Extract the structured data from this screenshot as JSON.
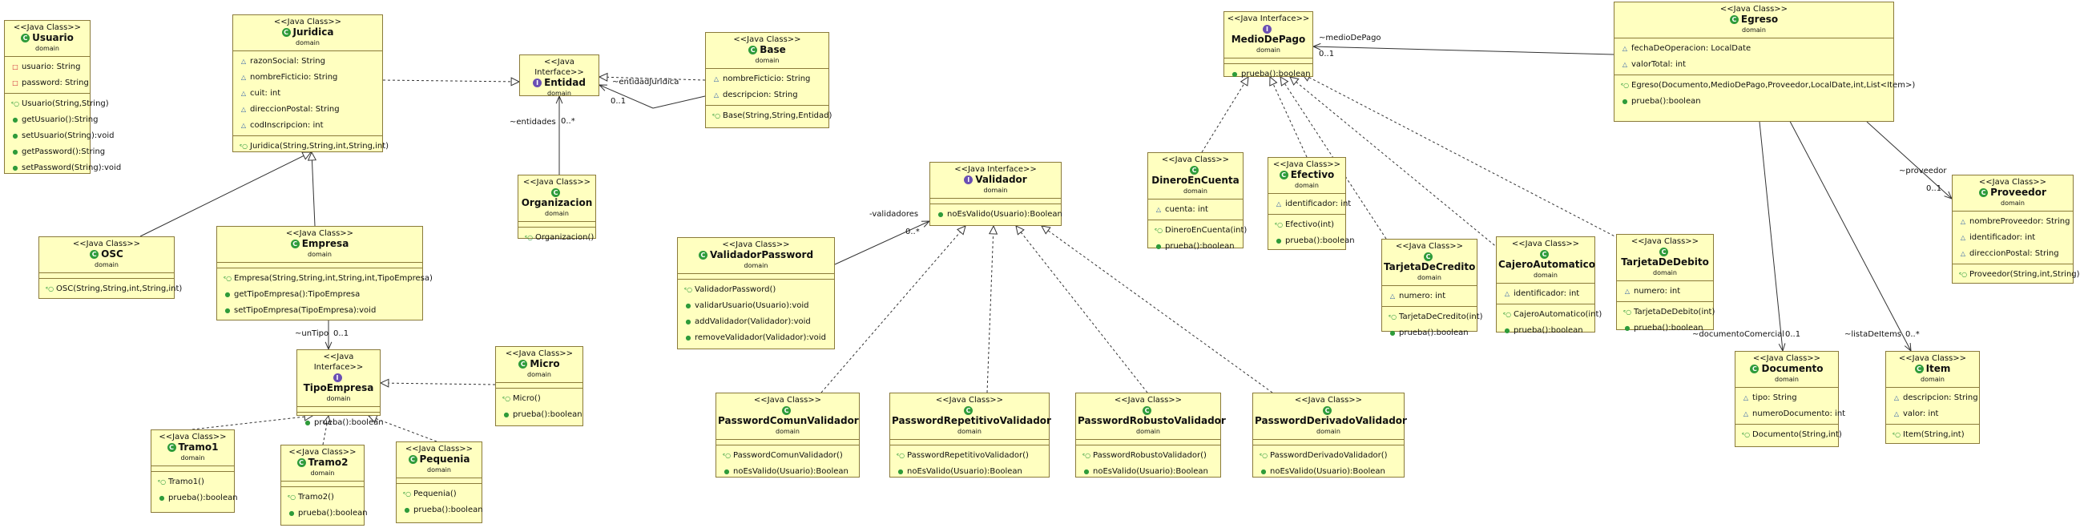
{
  "classes": {
    "usuario": {
      "stereotype": "<<Java Class>>",
      "name": "Usuario",
      "package": "domain",
      "attributes": [
        "usuario: String",
        "password: String"
      ],
      "operations": [
        "Usuario(String,String)",
        "getUsuario():String",
        "setUsuario(String):void",
        "getPassword():String",
        "setPassword(String):void"
      ]
    },
    "juridica": {
      "stereotype": "<<Java Class>>",
      "name": "Juridica",
      "package": "domain",
      "attributes": [
        "razonSocial: String",
        "nombreFicticio: String",
        "cuit: int",
        "direccionPostal: String",
        "codInscripcion: int"
      ],
      "operations": [
        "Juridica(String,String,int,String,int)"
      ]
    },
    "entidad": {
      "stereotype": "<<Java Interface>>",
      "name": "Entidad",
      "package": "domain"
    },
    "base": {
      "stereotype": "<<Java Class>>",
      "name": "Base",
      "package": "domain",
      "attributes": [
        "nombreFicticio: String",
        "descripcion: String"
      ],
      "operations": [
        "Base(String,String,Entidad)"
      ]
    },
    "organizacion": {
      "stereotype": "<<Java Class>>",
      "name": "Organizacion",
      "package": "domain",
      "operations": [
        "Organizacion()"
      ]
    },
    "osc": {
      "stereotype": "<<Java Class>>",
      "name": "OSC",
      "package": "domain",
      "operations": [
        "OSC(String,String,int,String,int)"
      ]
    },
    "empresa": {
      "stereotype": "<<Java Class>>",
      "name": "Empresa",
      "package": "domain",
      "operations": [
        "Empresa(String,String,int,String,int,TipoEmpresa)",
        "getTipoEmpresa():TipoEmpresa",
        "setTipoEmpresa(TipoEmpresa):void"
      ]
    },
    "tipoEmpresa": {
      "stereotype": "<<Java Interface>>",
      "name": "TipoEmpresa",
      "package": "domain",
      "operations": [
        "prueba():boolean"
      ]
    },
    "micro": {
      "stereotype": "<<Java Class>>",
      "name": "Micro",
      "package": "domain",
      "operations": [
        "Micro()",
        "prueba():boolean"
      ]
    },
    "tramo1": {
      "stereotype": "<<Java Class>>",
      "name": "Tramo1",
      "package": "domain",
      "operations": [
        "Tramo1()",
        "prueba():boolean"
      ]
    },
    "tramo2": {
      "stereotype": "<<Java Class>>",
      "name": "Tramo2",
      "package": "domain",
      "operations": [
        "Tramo2()",
        "prueba():boolean"
      ]
    },
    "pequenia": {
      "stereotype": "<<Java Class>>",
      "name": "Pequenia",
      "package": "domain",
      "operations": [
        "Pequenia()",
        "prueba():boolean"
      ]
    },
    "validador": {
      "stereotype": "<<Java Interface>>",
      "name": "Validador",
      "package": "domain",
      "operations": [
        "noEsValido(Usuario):Boolean"
      ]
    },
    "validadorPassword": {
      "stereotype": "<<Java Class>>",
      "name": "ValidadorPassword",
      "package": "domain",
      "operations": [
        "ValidadorPassword()",
        "validarUsuario(Usuario):void",
        "addValidador(Validador):void",
        "removeValidador(Validador):void"
      ]
    },
    "passwordComunValidador": {
      "stereotype": "<<Java Class>>",
      "name": "PasswordComunValidador",
      "package": "domain",
      "operations": [
        "PasswordComunValidador()",
        "noEsValido(Usuario):Boolean"
      ]
    },
    "passwordRepetitivoValidador": {
      "stereotype": "<<Java Class>>",
      "name": "PasswordRepetitivoValidador",
      "package": "domain",
      "operations": [
        "PasswordRepetitivoValidador()",
        "noEsValido(Usuario):Boolean"
      ]
    },
    "passwordRobustoValidador": {
      "stereotype": "<<Java Class>>",
      "name": "PasswordRobustoValidador",
      "package": "domain",
      "operations": [
        "PasswordRobustoValidador()",
        "noEsValido(Usuario):Boolean"
      ]
    },
    "passwordDerivadoValidador": {
      "stereotype": "<<Java Class>>",
      "name": "PasswordDerivadoValidador",
      "package": "domain",
      "operations": [
        "PasswordDerivadoValidador()",
        "noEsValido(Usuario):Boolean"
      ]
    },
    "medioDePago": {
      "stereotype": "<<Java Interface>>",
      "name": "MedioDePago",
      "package": "domain",
      "operations": [
        "prueba():boolean"
      ]
    },
    "dineroEnCuenta": {
      "stereotype": "<<Java Class>>",
      "name": "DineroEnCuenta",
      "package": "domain",
      "attributes": [
        "cuenta: int"
      ],
      "operations": [
        "DineroEnCuenta(int)",
        "prueba():boolean"
      ]
    },
    "efectivo": {
      "stereotype": "<<Java Class>>",
      "name": "Efectivo",
      "package": "domain",
      "attributes": [
        "identificador: int"
      ],
      "operations": [
        "Efectivo(int)",
        "prueba():boolean"
      ]
    },
    "tarjetaDeCredito": {
      "stereotype": "<<Java Class>>",
      "name": "TarjetaDeCredito",
      "package": "domain",
      "attributes": [
        "numero: int"
      ],
      "operations": [
        "TarjetaDeCredito(int)",
        "prueba():boolean"
      ]
    },
    "cajeroAutomatico": {
      "stereotype": "<<Java Class>>",
      "name": "CajeroAutomatico",
      "package": "domain",
      "attributes": [
        "identificador: int"
      ],
      "operations": [
        "CajeroAutomatico(int)",
        "prueba():boolean"
      ]
    },
    "tarjetaDeDebito": {
      "stereotype": "<<Java Class>>",
      "name": "TarjetaDeDebito",
      "package": "domain",
      "attributes": [
        "numero: int"
      ],
      "operations": [
        "TarjetaDeDebito(int)",
        "prueba():boolean"
      ]
    },
    "egreso": {
      "stereotype": "<<Java Class>>",
      "name": "Egreso",
      "package": "domain",
      "attributes": [
        "fechaDeOperacion: LocalDate",
        "valorTotal: int"
      ],
      "operations": [
        "Egreso(Documento,MedioDePago,Proveedor,LocalDate,int,List<Item>)",
        "prueba():boolean"
      ]
    },
    "proveedor": {
      "stereotype": "<<Java Class>>",
      "name": "Proveedor",
      "package": "domain",
      "attributes": [
        "nombreProveedor: String",
        "identificador: int",
        "direccionPostal: String"
      ],
      "operations": [
        "Proveedor(String,int,String)"
      ]
    },
    "documento": {
      "stereotype": "<<Java Class>>",
      "name": "Documento",
      "package": "domain",
      "attributes": [
        "tipo: String",
        "numeroDocumento: int"
      ],
      "operations": [
        "Documento(String,int)"
      ]
    },
    "item": {
      "stereotype": "<<Java Class>>",
      "name": "Item",
      "package": "domain",
      "attributes": [
        "descripcion: String",
        "valor: int"
      ],
      "operations": [
        "Item(String,int)"
      ]
    }
  },
  "labels": {
    "entidadJuridica": "~entidadJuridica",
    "entidadJuridicaMult": "0..1",
    "entidades": "~entidades",
    "entidadesMult": "0..*",
    "unTipo": "~unTipo",
    "unTipoMult": "0..1",
    "validadores": "-validadores",
    "validadoresMult": "0..*",
    "medioDePago": "~medioDePago",
    "medioDePagoMult": "0..1",
    "proveedor": "~proveedor",
    "proveedorMult": "0..1",
    "documentoComercial": "~documentoComercial",
    "documentoComercialMult": "0..1",
    "listaDeItems": "~listaDeItems",
    "listaDeItemsMult": "0..*"
  },
  "colors": {
    "boxFill": "#ffffc0",
    "boxBorder": "#8a7a3a",
    "classIcon": "#2e9b3a",
    "interfaceIcon": "#6a4fb3",
    "line": "#333333"
  }
}
